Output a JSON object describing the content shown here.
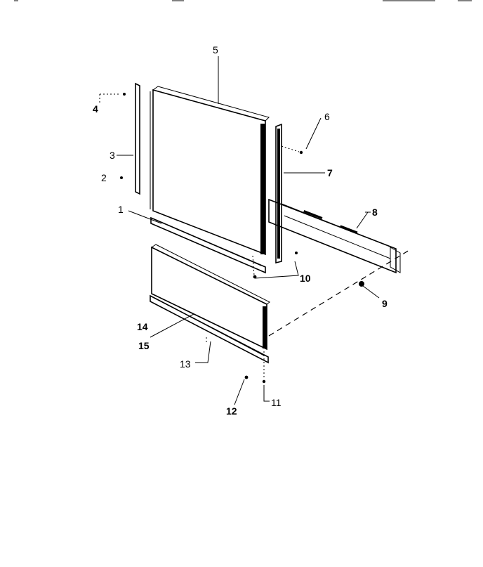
{
  "callouts": [
    {
      "id": "1",
      "text": "1"
    },
    {
      "id": "2",
      "text": "2"
    },
    {
      "id": "3",
      "text": "3"
    },
    {
      "id": "4",
      "text": "4"
    },
    {
      "id": "5",
      "text": "5"
    },
    {
      "id": "6",
      "text": "6"
    },
    {
      "id": "7",
      "text": "7"
    },
    {
      "id": "8",
      "text": "8"
    },
    {
      "id": "9",
      "text": "9"
    },
    {
      "id": "10",
      "text": "10"
    },
    {
      "id": "11",
      "text": "11"
    },
    {
      "id": "12",
      "text": "12"
    },
    {
      "id": "13",
      "text": "13"
    },
    {
      "id": "14",
      "text": "14"
    },
    {
      "id": "15",
      "text": "15"
    }
  ]
}
